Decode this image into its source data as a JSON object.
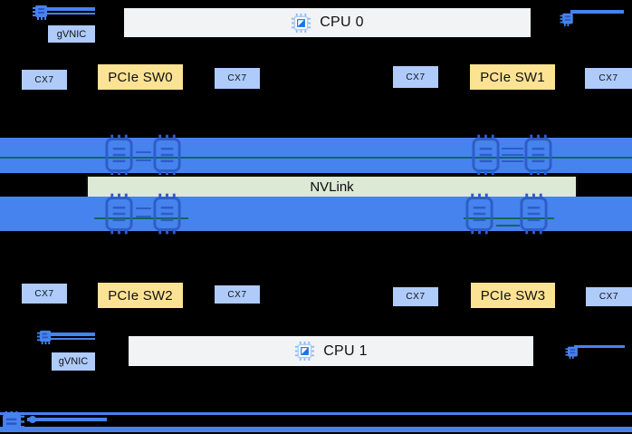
{
  "colors": {
    "background": "#000000",
    "bus_blue": "#4683ee",
    "nic_box_blue": "#aecbfa",
    "switch_yellow": "#fce293",
    "cpu_gray": "#f1f3f4",
    "nvlink_green": "#dce9d5",
    "nvlink_trace_teal": "#116857",
    "gpu_outline_blue": "#2e5dc8"
  },
  "icons": {
    "cpu": "cpu-chip-icon",
    "gpu": "gpu-chip-icon",
    "nic": "nic-chip-icon"
  },
  "top_section": {
    "gvnic_label": "gVNIC",
    "cpu_label": "CPU 0",
    "device_row": [
      {
        "label": "CX7"
      },
      {
        "label": "PCIe SW0"
      },
      {
        "label": "CX7"
      },
      {
        "label": "CX7"
      },
      {
        "label": "PCIe SW1"
      },
      {
        "label": "CX7"
      }
    ]
  },
  "nvlink": {
    "label": "NVLink"
  },
  "bottom_section": {
    "gvnic_label": "gVNIC",
    "cpu_label": "CPU 1",
    "device_row": [
      {
        "label": "CX7"
      },
      {
        "label": "PCIe SW2"
      },
      {
        "label": "CX7"
      },
      {
        "label": "CX7"
      },
      {
        "label": "PCIe SW3"
      },
      {
        "label": "CX7"
      }
    ]
  }
}
